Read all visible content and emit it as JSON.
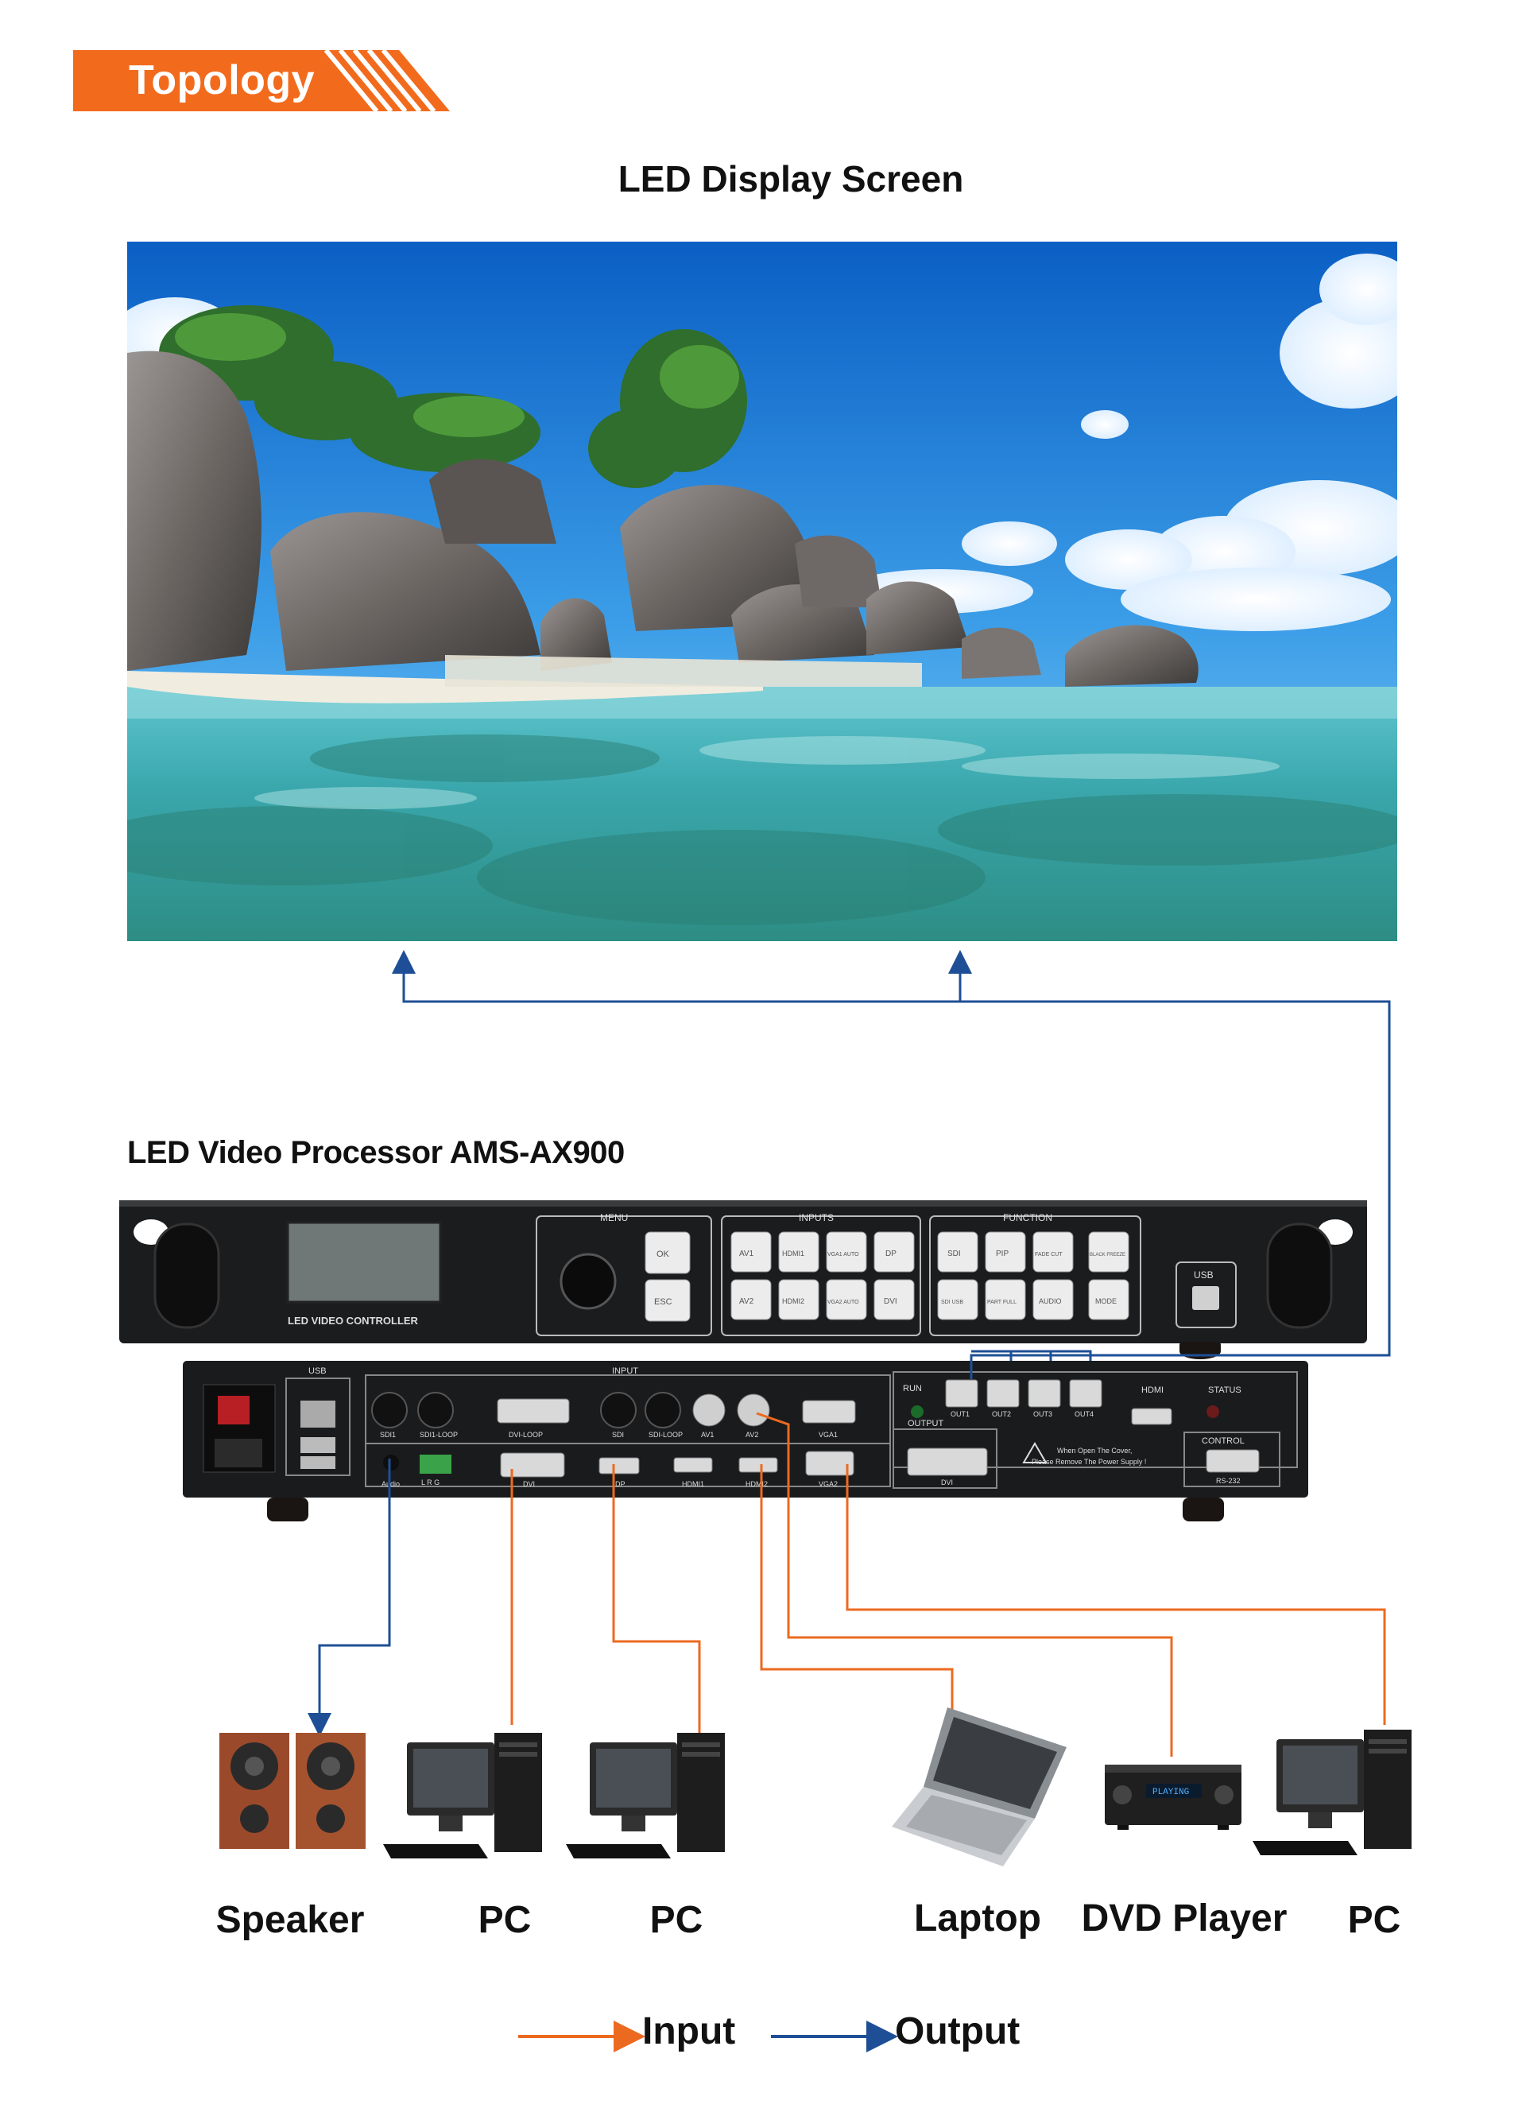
{
  "header": {
    "tag": "Topology"
  },
  "screen": {
    "title": "LED Display Screen"
  },
  "processor": {
    "title": "LED Video Processor AMS-AX900",
    "front": {
      "lcd_label": "LED VIDEO CONTROLLER",
      "menu_label": "MENU",
      "inputs_label": "INPUTS",
      "function_label": "FUNCTION",
      "usb_label": "USB",
      "menu_buttons": [
        "OK",
        "ESC"
      ],
      "input_buttons": [
        "AV1",
        "HDMI1",
        "VGA1 AUTO",
        "DP",
        "AV2",
        "HDMI2",
        "VGA2 AUTO",
        "DVI"
      ],
      "function_buttons": [
        "SDI",
        "PIP",
        "FADE CUT",
        "BLACK FREEZE",
        "SDI USB",
        "PART FULL",
        "AUDIO",
        "MODE"
      ]
    },
    "back": {
      "usb_label": "USB",
      "input_label": "INPUT",
      "output_label": "OUTPUT",
      "control_label": "CONTROL",
      "run_label": "RUN",
      "status_label": "STATUS",
      "hdmi_label": "HDMI",
      "ports_top": [
        "SDI1",
        "SDI1-LOOP",
        "DVI-LOOP",
        "SDI",
        "SDI-LOOP",
        "AV1",
        "AV2",
        "VGA1"
      ],
      "ports_bottom": [
        "Audio",
        "L R G",
        "DVI",
        "DP",
        "HDMI1",
        "HDMI2",
        "VGA2"
      ],
      "outputs": [
        "OUT1",
        "OUT2",
        "OUT3",
        "OUT4"
      ],
      "output_dvi": "DVI",
      "rs232": "RS-232",
      "warning_line1": "When Open The Cover,",
      "warning_line2": "Please Remove The Power Supply !"
    }
  },
  "devices": [
    {
      "label": "Speaker"
    },
    {
      "label": "PC"
    },
    {
      "label": "PC"
    },
    {
      "label": "Laptop"
    },
    {
      "label": "DVD Player"
    },
    {
      "label": "PC"
    }
  ],
  "dvd_display": "PLAYING",
  "legend": {
    "input": "Input",
    "output": "Output"
  },
  "colors": {
    "accent": "#f26b1d",
    "input_line": "#ec6a20",
    "output_line": "#1e4f96"
  }
}
